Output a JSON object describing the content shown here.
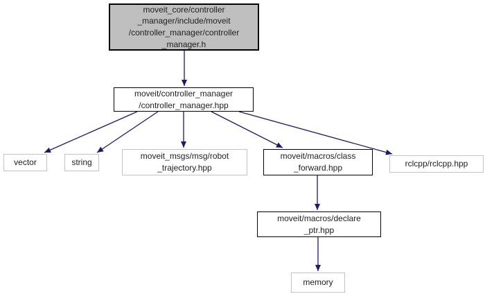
{
  "graph": {
    "type": "include-dependency-graph",
    "colors": {
      "edge": "#191970",
      "root_fill": "#bfbfbf",
      "linked_border": "#000000",
      "plain_border": "#c3c3c3",
      "background": "#ffffff"
    },
    "nodes": {
      "root": {
        "label": "moveit_core/controller\n_manager/include/moveit\n/controller_manager/controller\n_manager.h",
        "linked": false
      },
      "controller_manager_hpp": {
        "label": "moveit/controller_manager\n/controller_manager.hpp",
        "linked": true
      },
      "vector": {
        "label": "vector",
        "linked": false
      },
      "string": {
        "label": "string",
        "linked": false
      },
      "robot_trajectory_hpp": {
        "label": "moveit_msgs/msg/robot\n_trajectory.hpp",
        "linked": false
      },
      "class_forward_hpp": {
        "label": "moveit/macros/class\n_forward.hpp",
        "linked": true
      },
      "rclcpp_hpp": {
        "label": "rclcpp/rclcpp.hpp",
        "linked": false
      },
      "declare_ptr_hpp": {
        "label": "moveit/macros/declare\n_ptr.hpp",
        "linked": true
      },
      "memory": {
        "label": "memory",
        "linked": false
      }
    },
    "edges": [
      {
        "from": "root",
        "to": "controller_manager_hpp"
      },
      {
        "from": "controller_manager_hpp",
        "to": "vector"
      },
      {
        "from": "controller_manager_hpp",
        "to": "string"
      },
      {
        "from": "controller_manager_hpp",
        "to": "robot_trajectory_hpp"
      },
      {
        "from": "controller_manager_hpp",
        "to": "class_forward_hpp"
      },
      {
        "from": "controller_manager_hpp",
        "to": "rclcpp_hpp"
      },
      {
        "from": "class_forward_hpp",
        "to": "declare_ptr_hpp"
      },
      {
        "from": "declare_ptr_hpp",
        "to": "memory"
      }
    ]
  }
}
